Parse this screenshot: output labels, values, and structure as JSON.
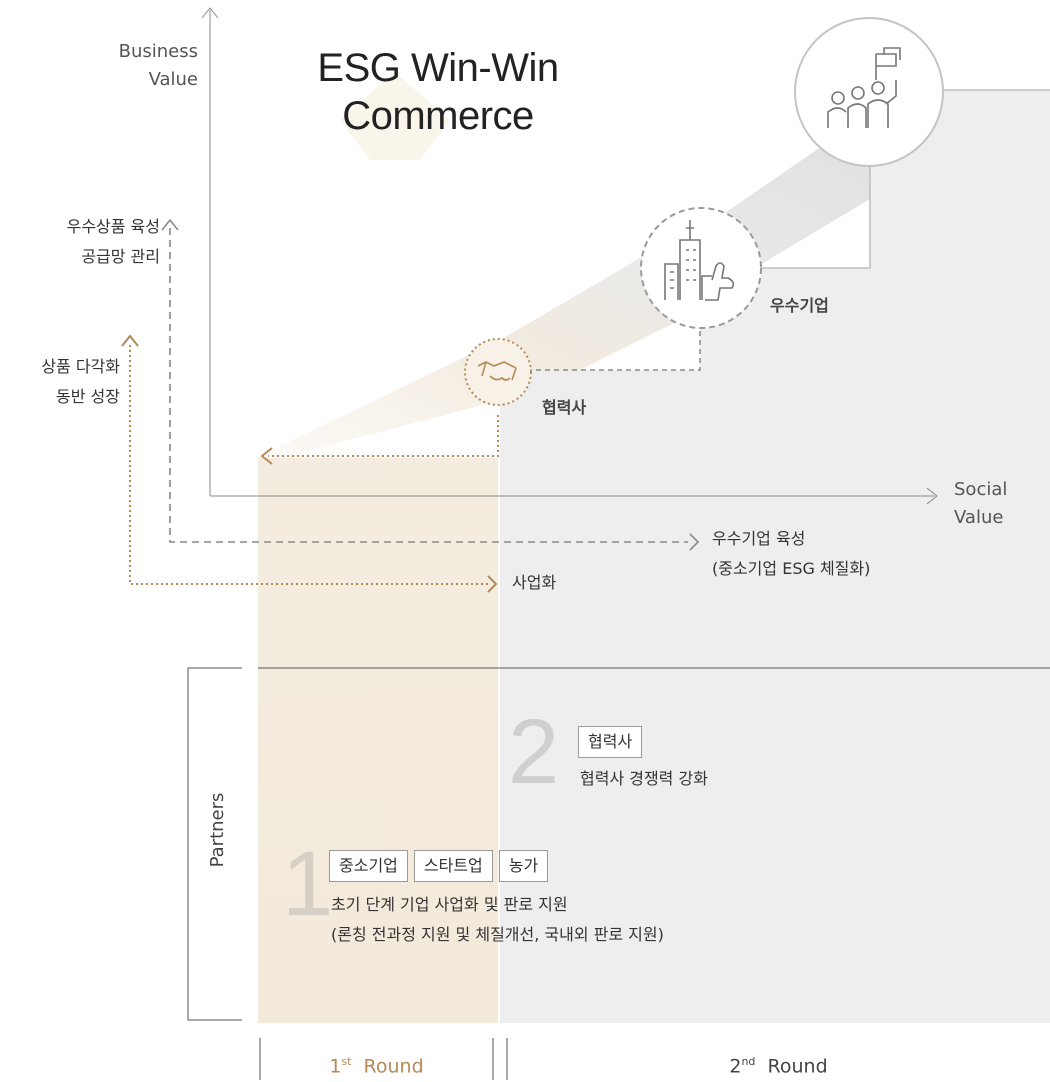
{
  "title": {
    "line1": "ESG Win-Win",
    "line2": "Commerce"
  },
  "axes": {
    "y_label_line1": "Business",
    "y_label_line2": "Value",
    "x_label_line1": "Social",
    "x_label_line2": "Value"
  },
  "left_labels": {
    "top_line1": "우수상품 육성",
    "top_line2": "공급망 관리",
    "mid_line1": "상품 다각화",
    "mid_line2": "동반 성장"
  },
  "milestones": {
    "partner": "협력사",
    "excellent": "우수기업"
  },
  "arrow_labels": {
    "dashed_line1": "우수기업 육성",
    "dashed_line2": "(중소기업 ESG 체질화)",
    "dotted": "사업화"
  },
  "partners_label": "Partners",
  "stage2": {
    "number": "2",
    "tag": "협력사",
    "desc": "협력사 경쟁력 강화"
  },
  "stage1": {
    "number": "1",
    "tags": [
      "중소기업",
      "스타트업",
      "농가"
    ],
    "desc_line1": "초기 단계 기업 사업화 및 판로 지원",
    "desc_line2": "(론칭 전과정 지원 및 체질개선, 국내외 판로 지원)"
  },
  "rounds": {
    "r1_num": "1",
    "r1_sup": "st",
    "r1_word": "Round",
    "r2_num": "2",
    "r2_sup": "nd",
    "r2_word": "Round"
  },
  "colors": {
    "gold": "#b48a55",
    "grey_band": "#eeeeee",
    "beige_band": "#f3eadb",
    "line_grey": "#8a8a8a"
  },
  "icons": [
    "handshake-icon",
    "building-thumbs-up-icon",
    "people-flag-icon"
  ]
}
